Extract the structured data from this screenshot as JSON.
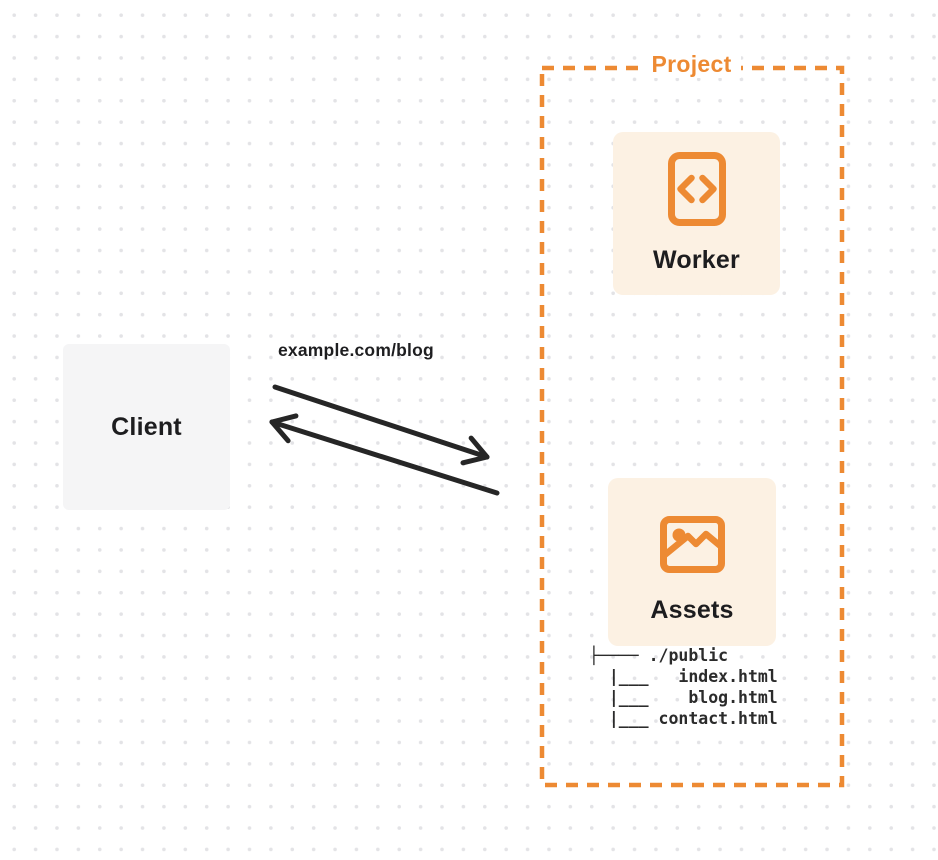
{
  "colors": {
    "accent_orange": "#ed8a33",
    "card_bg": "#fcf1e3",
    "client_bg": "#f5f5f6",
    "text_dark": "#1d1d1f",
    "arrow_dark": "#262626",
    "dot_gray": "#e3e3e6"
  },
  "client": {
    "label": "Client"
  },
  "request": {
    "label": "example.com/blog"
  },
  "project": {
    "label": "Project",
    "worker": {
      "label": "Worker",
      "icon": "code-document-icon"
    },
    "assets": {
      "label": "Assets",
      "icon": "image-icon",
      "file_tree_lines": [
        "├──── ./public",
        "  |___   index.html",
        "  |___    blog.html",
        "  |___ contact.html"
      ]
    }
  }
}
